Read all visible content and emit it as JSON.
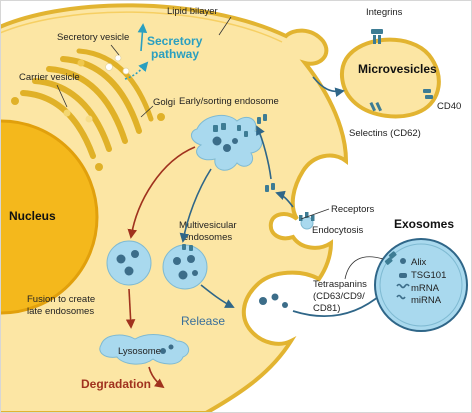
{
  "labels": {
    "lipid_bilayer": "Lipid bilayer",
    "secretory_vesicle": "Secretory vesicle",
    "secretory_pathway_line1": "Secretory",
    "secretory_pathway_line2": "pathway",
    "carrier_vesicle": "Carrier vesicle",
    "golgi": "Golgi",
    "early_endosome": "Early/sorting endosome",
    "nucleus": "Nucleus",
    "receptors": "Receptors",
    "endocytosis": "Endocytosis",
    "multivesicular_line1": "Multivesicular",
    "multivesicular_line2": "endosomes",
    "fusion_line1": "Fusion to create",
    "fusion_line2": "late endosomes",
    "lysosome": "Lysosome",
    "degradation": "Degradation",
    "release": "Release",
    "integrins": "Integrins",
    "microvesicles": "Microvesicles",
    "selectins": "Selectins (CD62)",
    "cd40": "CD40",
    "exosomes": "Exosomes",
    "tetraspanins_line1": "Tetraspanins",
    "tetraspanins_line2": "(CD63/CD9/",
    "tetraspanins_line3": "CD81)",
    "alix": "Alix",
    "tsg101": "TSG101",
    "mrna": "mRNA",
    "mirna": "miRNA"
  },
  "colors": {
    "cytoplasm": "#fce6a4",
    "membrane": "#e2b431",
    "nucleus": "#f4b81c",
    "golgi": "#e0b128",
    "vesicle": "#a9d9ee",
    "vesicle_dark": "#3c6d89",
    "receptor": "#3d7c94",
    "arrow_blue": "#2f6688",
    "arrow_red": "#a0321e",
    "secretory_arrow": "#2a9fc0"
  }
}
